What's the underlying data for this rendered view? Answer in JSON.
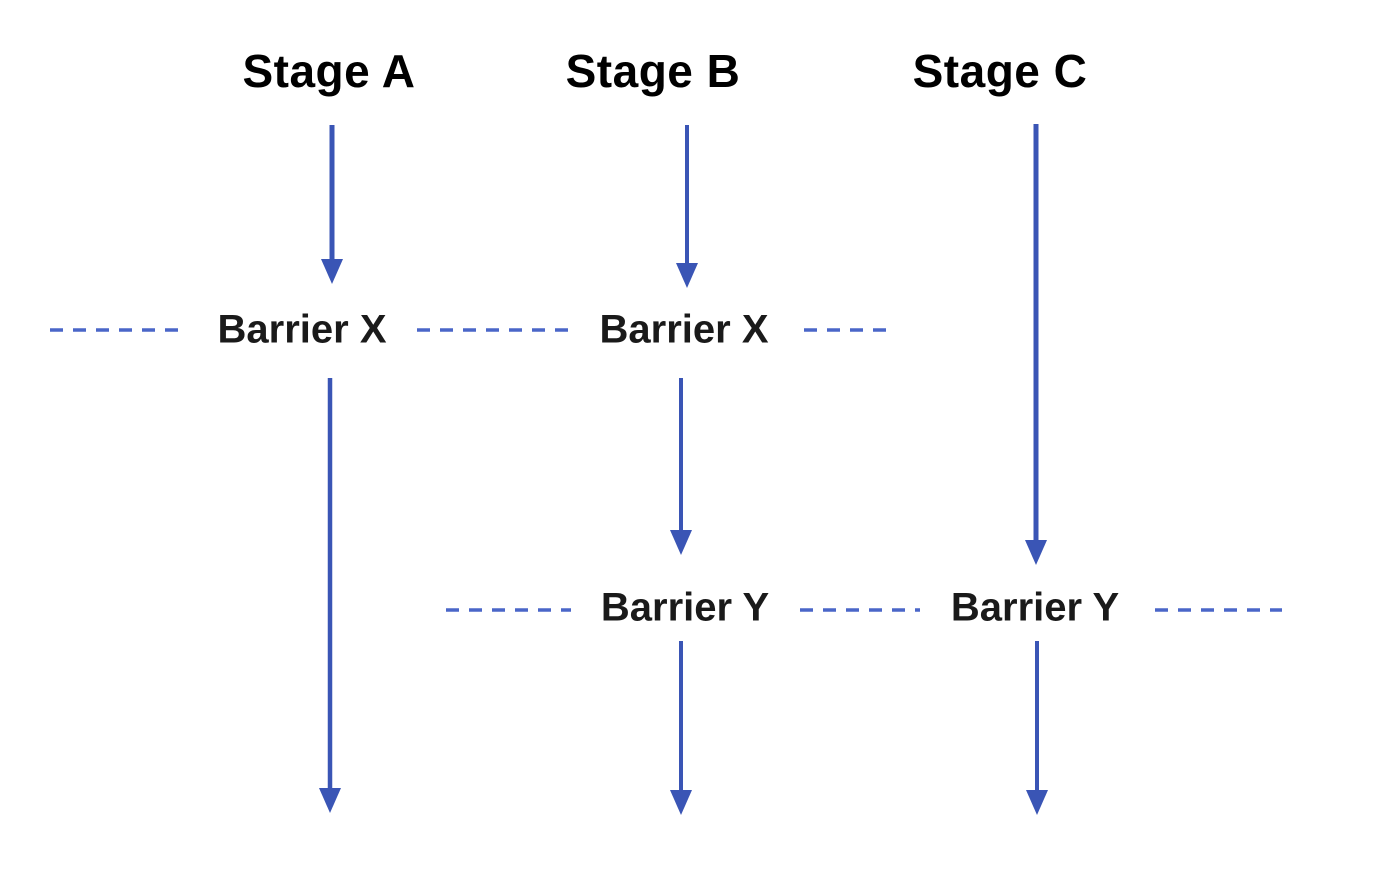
{
  "colors": {
    "arrow": "#3a55b5",
    "dash": "#4a66c8",
    "header_text": "#000000",
    "barrier_text": "#1a1a1a"
  },
  "stages": [
    {
      "label": "Stage A"
    },
    {
      "label": "Stage B"
    },
    {
      "label": "Stage C"
    }
  ],
  "barriers": [
    {
      "labels": [
        "Barrier X",
        "Barrier X"
      ]
    },
    {
      "labels": [
        "Barrier Y",
        "Barrier Y"
      ]
    }
  ]
}
